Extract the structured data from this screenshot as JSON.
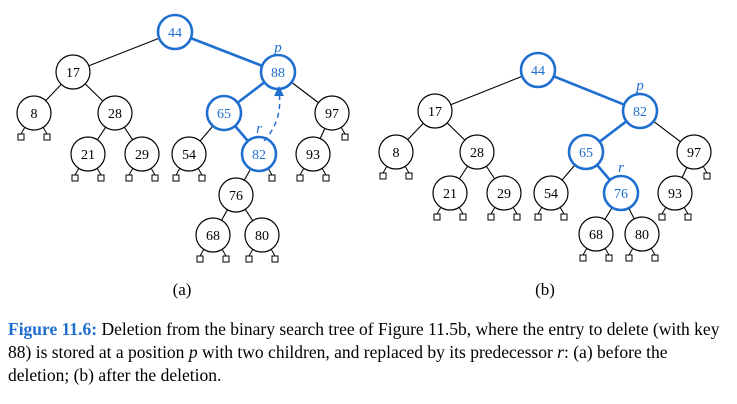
{
  "colors": {
    "accent": "#1f6fd0",
    "ink": "#000000"
  },
  "panel_a": {
    "label": "(a)",
    "p_marker": "p",
    "r_marker": "r",
    "nodes": [
      {
        "id": "a44",
        "key": "44",
        "hl": true
      },
      {
        "id": "a17",
        "key": "17"
      },
      {
        "id": "a88",
        "key": "88",
        "hl": true
      },
      {
        "id": "a8",
        "key": "8"
      },
      {
        "id": "a28",
        "key": "28"
      },
      {
        "id": "a65",
        "key": "65",
        "hl": true
      },
      {
        "id": "a97",
        "key": "97"
      },
      {
        "id": "a21",
        "key": "21"
      },
      {
        "id": "a29",
        "key": "29"
      },
      {
        "id": "a54",
        "key": "54"
      },
      {
        "id": "a82",
        "key": "82",
        "hl": true
      },
      {
        "id": "a93",
        "key": "93"
      },
      {
        "id": "a76",
        "key": "76"
      },
      {
        "id": "a68",
        "key": "68"
      },
      {
        "id": "a80",
        "key": "80"
      }
    ]
  },
  "panel_b": {
    "label": "(b)",
    "p_marker": "p",
    "r_marker": "r",
    "nodes": [
      {
        "id": "b44",
        "key": "44",
        "hl": true
      },
      {
        "id": "b17",
        "key": "17"
      },
      {
        "id": "b82",
        "key": "82",
        "hl": true
      },
      {
        "id": "b8",
        "key": "8"
      },
      {
        "id": "b28",
        "key": "28"
      },
      {
        "id": "b65",
        "key": "65",
        "hl": true
      },
      {
        "id": "b97",
        "key": "97"
      },
      {
        "id": "b21",
        "key": "21"
      },
      {
        "id": "b29",
        "key": "29"
      },
      {
        "id": "b54",
        "key": "54"
      },
      {
        "id": "b76",
        "key": "76",
        "hl": true
      },
      {
        "id": "b93",
        "key": "93"
      },
      {
        "id": "b68",
        "key": "68"
      },
      {
        "id": "b80",
        "key": "80"
      }
    ]
  },
  "caption": {
    "label": "Figure 11.6:",
    "text_1": " Deletion from the binary search tree of Figure 11.5b, where the entry to delete (with key 88) is stored at a position ",
    "p": "p",
    "text_2": " with two children, and replaced by its predecessor ",
    "r": "r",
    "text_3": ": (a) before the deletion; (b) after the deletion."
  }
}
